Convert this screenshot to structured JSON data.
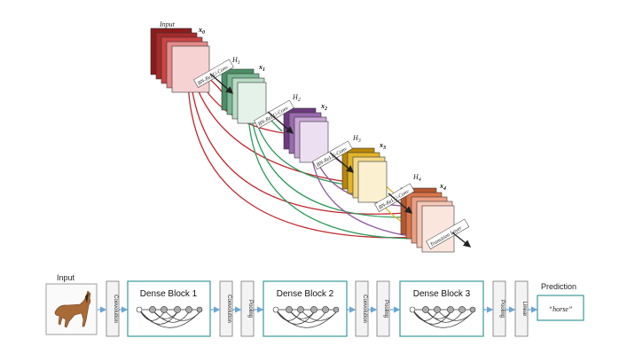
{
  "top": {
    "input_label": "Input",
    "stage_labels": [
      "H1",
      "H2",
      "H3",
      "H4"
    ],
    "x_labels": [
      "x0",
      "x1",
      "x2",
      "x3",
      "x4"
    ],
    "op_label": "BN-ReLU-Conv",
    "transition_label": "Transition Layer"
  },
  "bottom": {
    "input_label": "Input",
    "prediction_label": "Prediction",
    "prediction_value": "“horse”",
    "convolution": "Convolution",
    "pooling": "Pooling",
    "linear": "Linear",
    "blocks": [
      "Dense Block 1",
      "Dense Block 2",
      "Dense Block 3"
    ]
  },
  "colors": {
    "red": "#c1272d",
    "green": "#2b9a5a",
    "purple": "#8e5a9e",
    "yellow": "#e2b42a",
    "orange": "#d9744a",
    "block_border": "#3a9a9a",
    "arrow": "#6aa6d6"
  }
}
